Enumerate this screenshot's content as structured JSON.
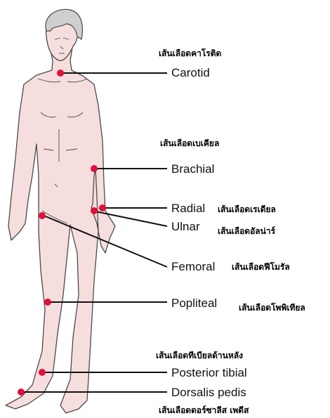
{
  "pulse_points": [
    {
      "id": "carotid",
      "label": "Carotid",
      "thai": "เส้นเลือดคาโรติด"
    },
    {
      "id": "brachial",
      "label": "Brachial",
      "thai": "เส้นเลือดเบเคียล"
    },
    {
      "id": "radial",
      "label": "Radial",
      "thai": "เส้นเลือดเรเดียล"
    },
    {
      "id": "ulnar",
      "label": "Ulnar",
      "thai": "เส้นเลือดอัลน่าร์"
    },
    {
      "id": "femoral",
      "label": "Femoral",
      "thai": "เส้นเลือดฟีโมรัล"
    },
    {
      "id": "popliteal",
      "label": "Popliteal",
      "thai": "เส้นเลือดโพพิเทียล"
    },
    {
      "id": "posterior_tibial",
      "label": "Posterior tibial",
      "thai": "เส้นเลือดทีเบียลด้านหลัง"
    },
    {
      "id": "dorsalis_pedis",
      "label": "Dorsalis pedis",
      "thai": "เส้นเลือดดอร์ซาลีส เพดีส"
    }
  ],
  "colors": {
    "skin": "#f7dede",
    "outline": "#4a4a4a",
    "hair": "#cfcfcf",
    "pulse_dot": "#e0103a",
    "leader_line": "#111111"
  }
}
